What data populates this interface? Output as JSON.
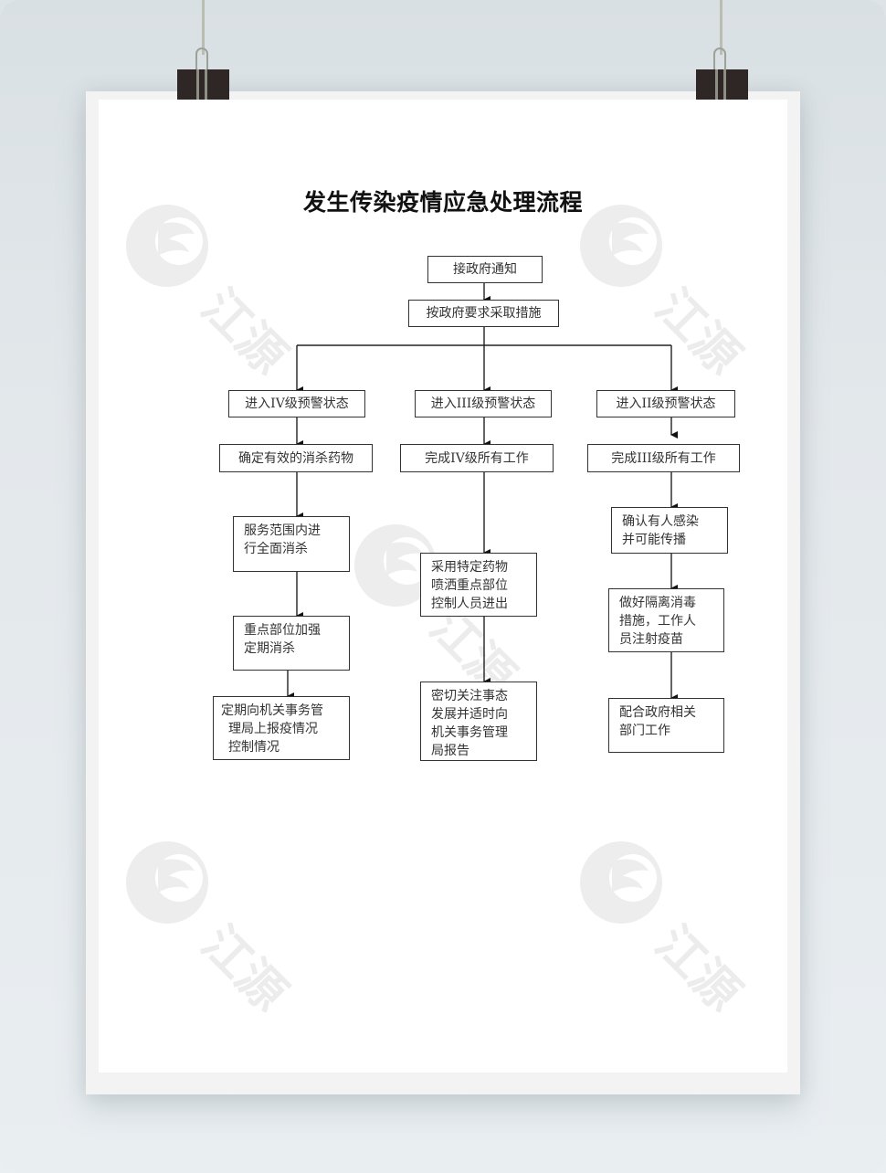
{
  "poster": {
    "title": "发生传染疫情应急处理流程",
    "watermark_text": "江源",
    "colors": {
      "background": "#e3e8eb",
      "paper": "#ffffff",
      "clip": "#2f2726",
      "line": "#333333",
      "watermark": "#ebebeb"
    }
  },
  "flowchart": {
    "start": {
      "label": "接政府通知"
    },
    "step2": {
      "label": "按政府要求采取措施"
    },
    "columns": [
      {
        "level_box": {
          "label": "进入IV级预警状态"
        },
        "steps": [
          {
            "label": "确定有效的消杀药物"
          },
          {
            "lines": [
              "服务范围内进",
              "行全面消杀"
            ]
          },
          {
            "lines": [
              "重点部位加强",
              "定期消杀"
            ]
          },
          {
            "lines": [
              "定期向机关事务管",
              "理局上报疫情况",
              "控制情况"
            ]
          }
        ]
      },
      {
        "level_box": {
          "label": "进入III级预警状态"
        },
        "steps": [
          {
            "label": "完成IV级所有工作"
          },
          {
            "lines": [
              "采用特定药物",
              "喷洒重点部位",
              "控制人员进出"
            ]
          },
          {
            "lines": [
              "密切关注事态",
              "发展并适时向",
              "机关事务管理",
              "局报告"
            ]
          }
        ]
      },
      {
        "level_box": {
          "label": "进入II级预警状态"
        },
        "steps": [
          {
            "label": "完成III级所有工作"
          },
          {
            "lines": [
              "确认有人感染",
              "并可能传播"
            ]
          },
          {
            "lines": [
              "做好隔离消毒",
              "措施，工作人",
              "员注射疫苗"
            ]
          },
          {
            "lines": [
              "配合政府相关",
              "部门工作"
            ]
          }
        ]
      }
    ]
  }
}
